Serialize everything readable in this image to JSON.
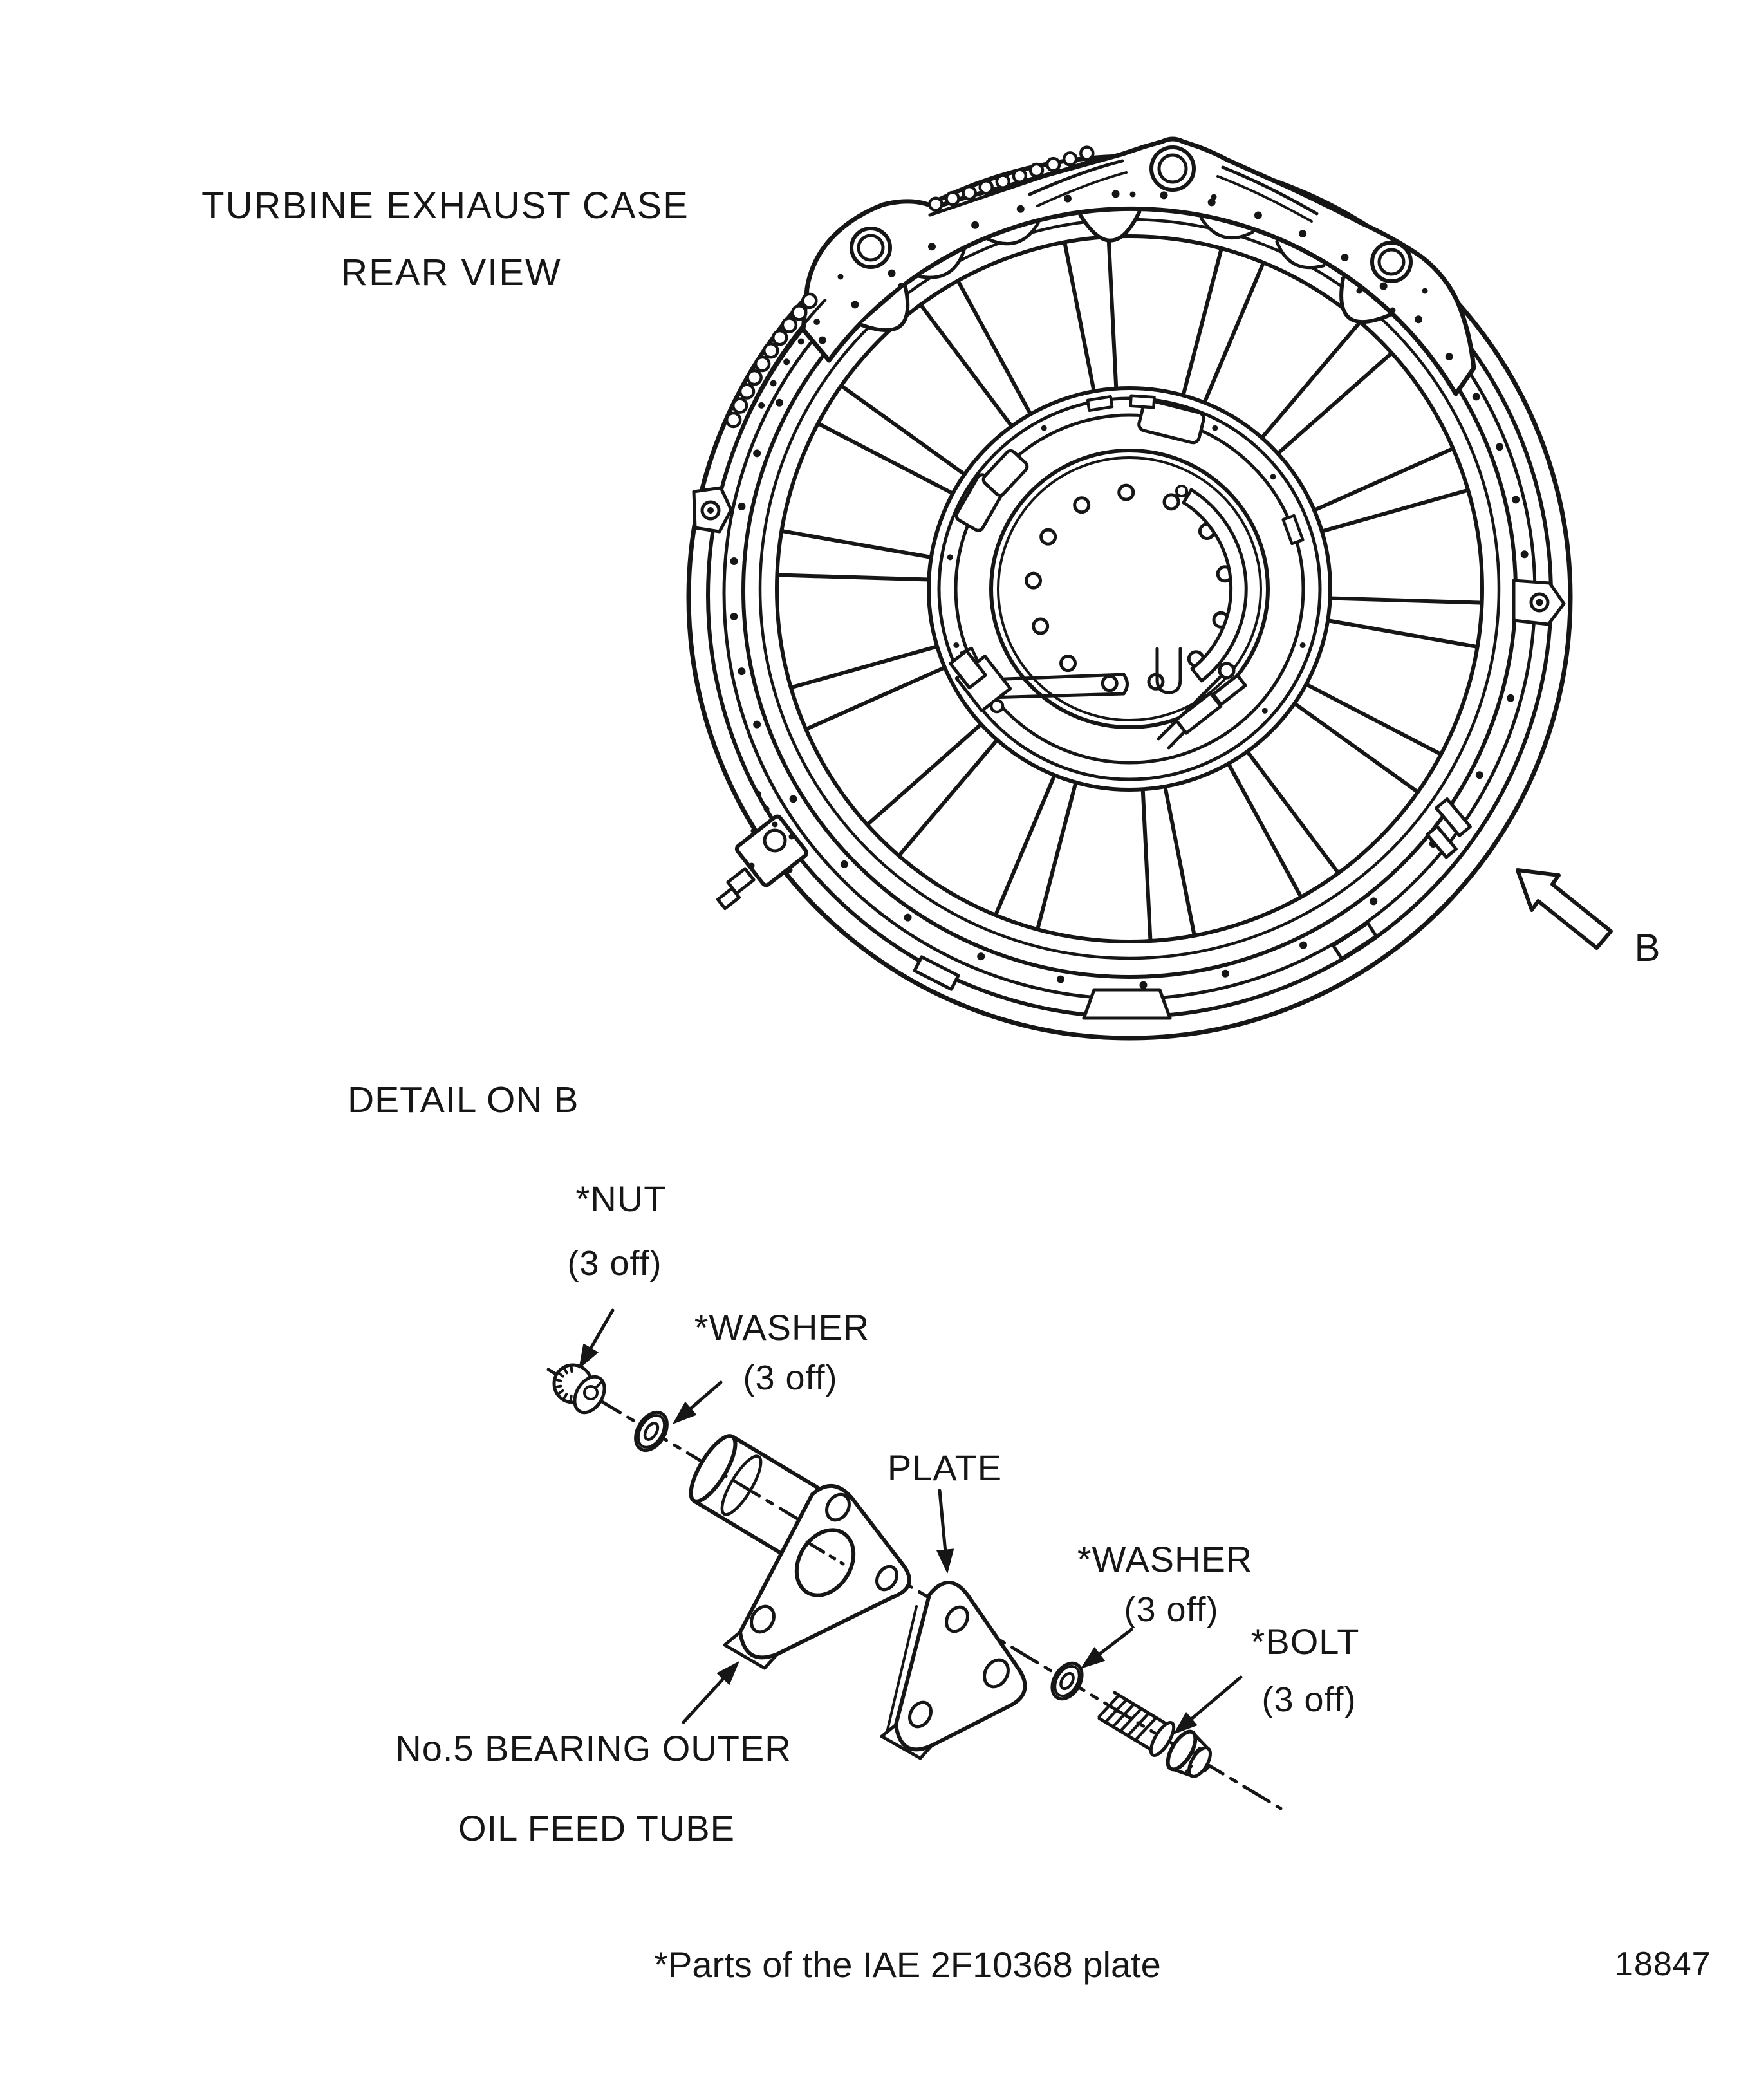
{
  "figure": {
    "title_line1": "TURBINE EXHAUST CASE",
    "title_line2": "REAR VIEW",
    "view_arrow_letter": "B",
    "detail_heading": "DETAIL ON B",
    "footnote": "*Parts of the IAE 2F10368 plate",
    "figure_number": "18847"
  },
  "parts": {
    "nut_label": "*NUT",
    "nut_qty": "(3 off)",
    "washer_upper_label": "*WASHER",
    "washer_upper_qty": "(3 off)",
    "plate_label": "PLATE",
    "washer_lower_label": "*WASHER",
    "washer_lower_qty": "(3 off)",
    "bolt_label": "*BOLT",
    "bolt_qty": "(3 off)",
    "oil_tube_label_line1": "No.5 BEARING OUTER",
    "oil_tube_label_line2": "OIL FEED TUBE"
  },
  "colors": {
    "ink": "#161616",
    "paper": "#ffffff"
  }
}
